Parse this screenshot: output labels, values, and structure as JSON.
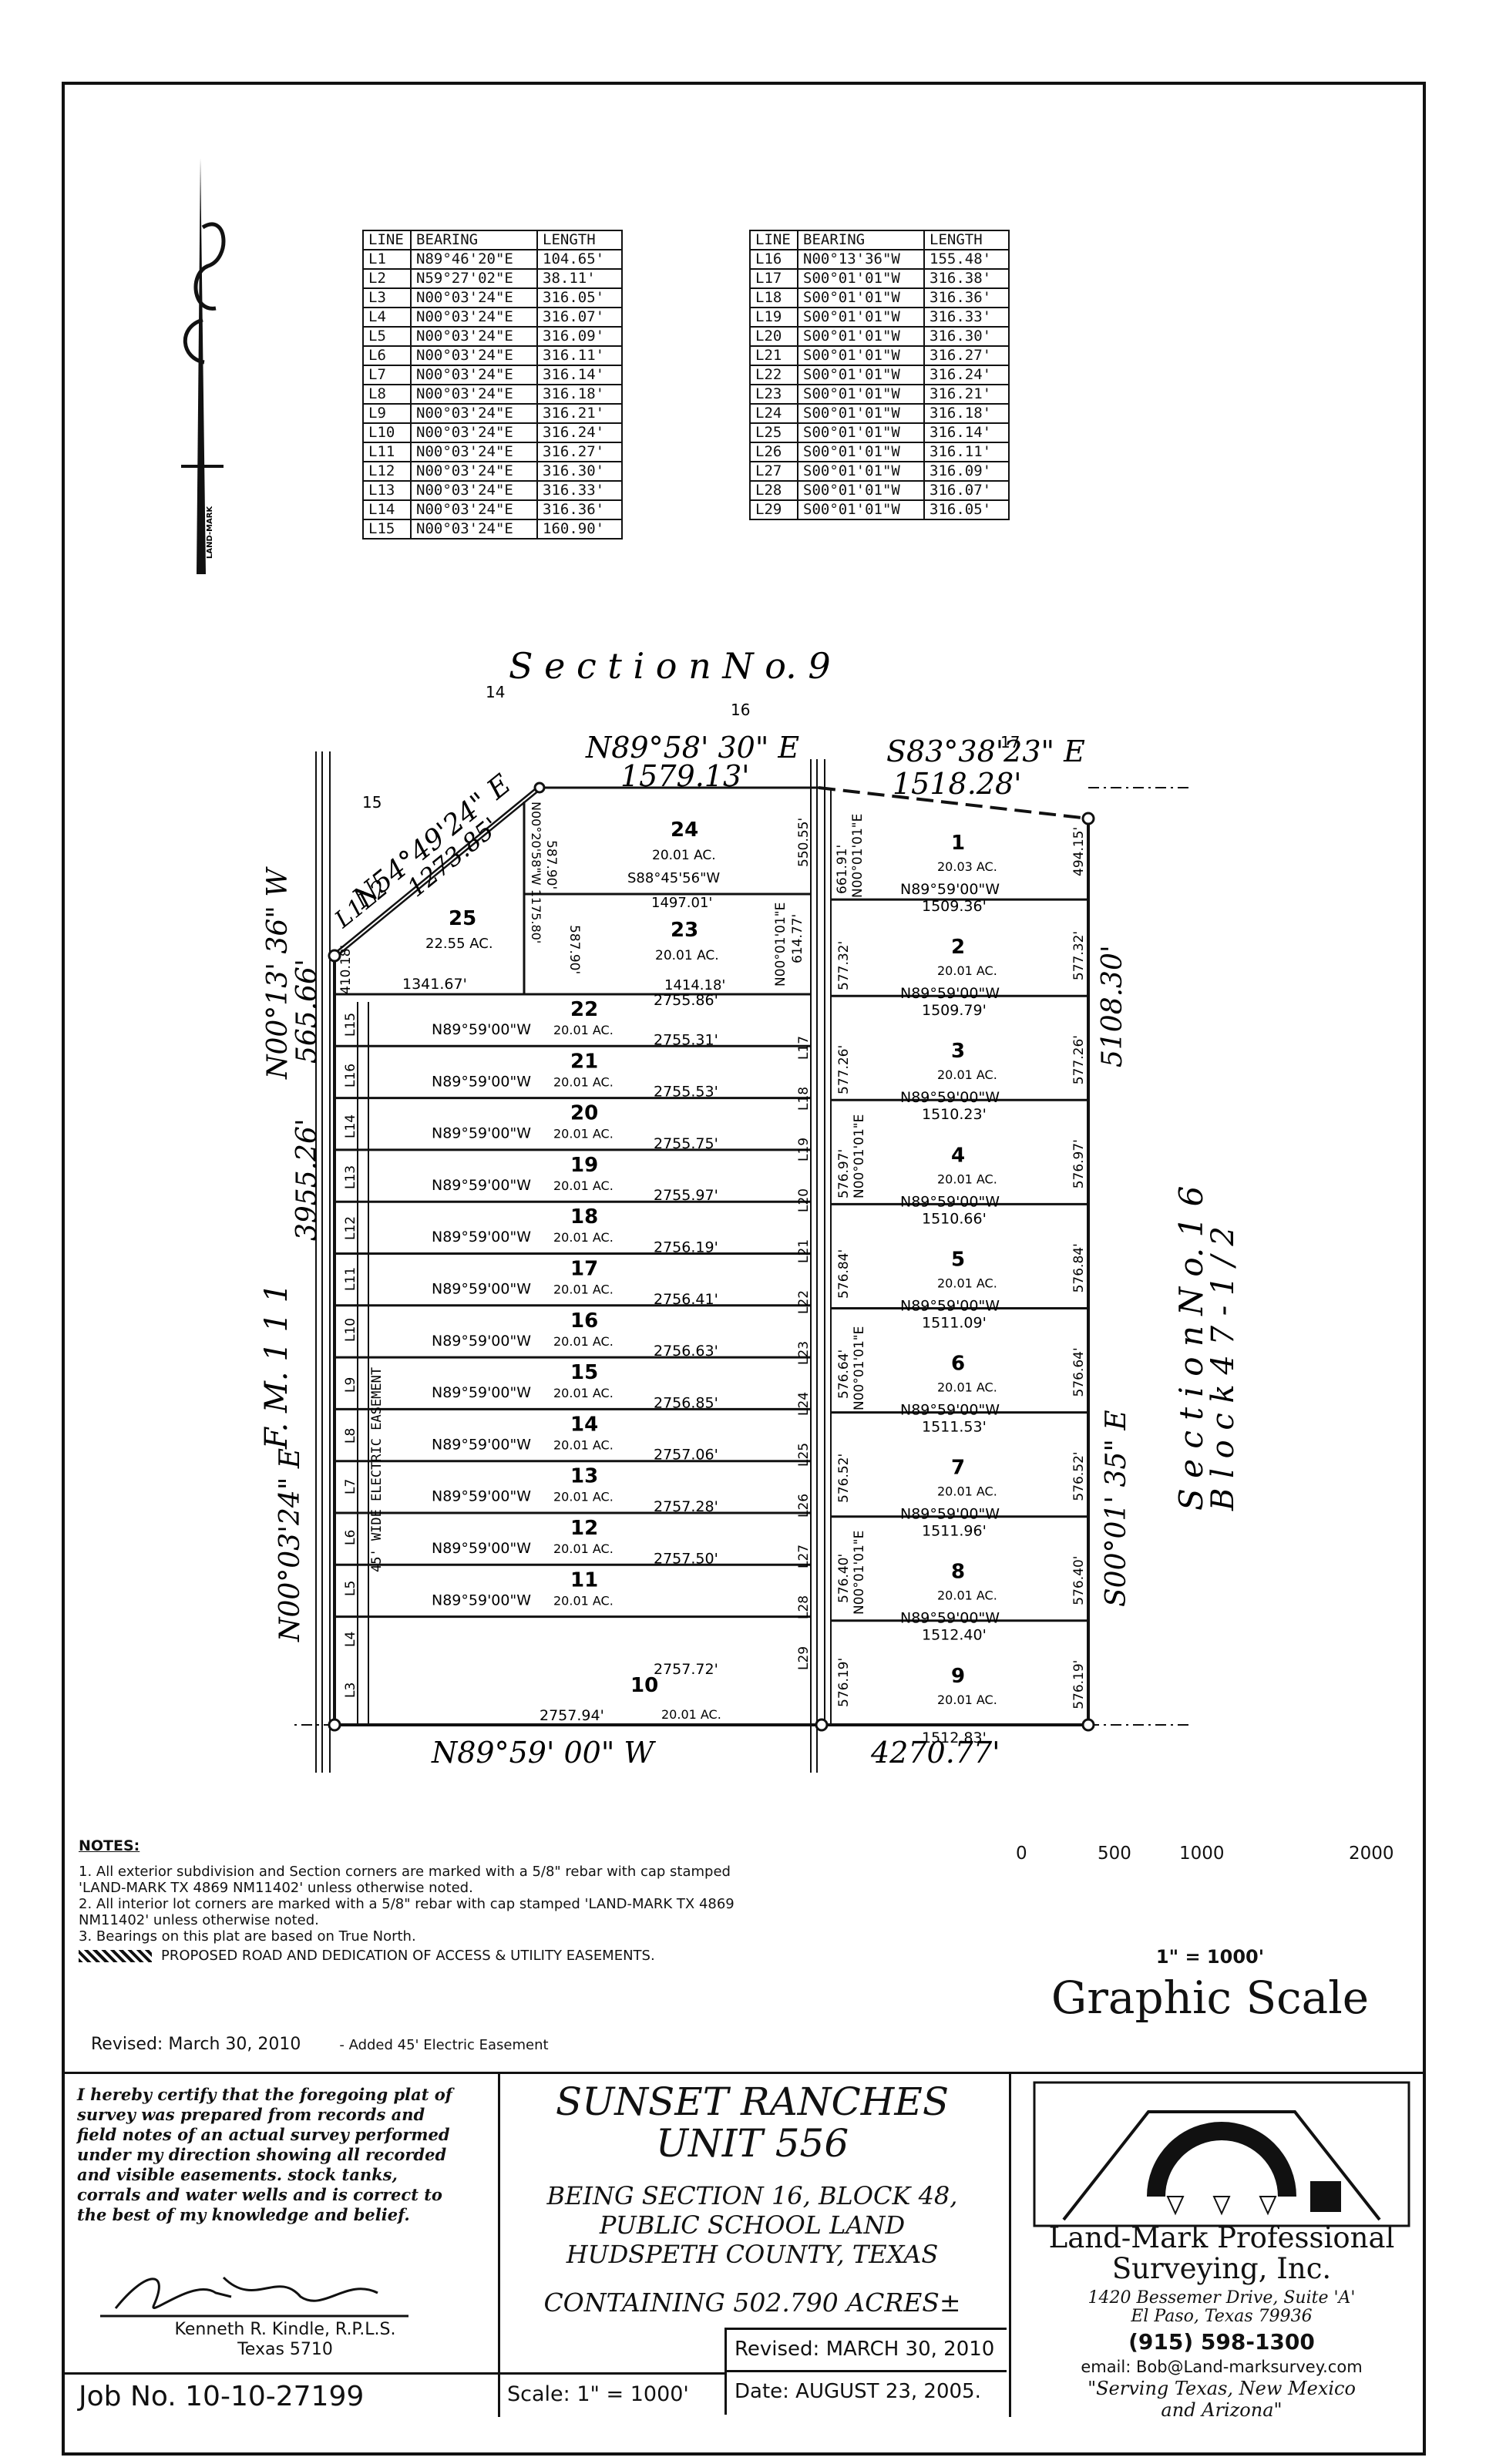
{
  "logo_text": "LAND-MARK",
  "table_left": {
    "headers": [
      "LINE",
      "BEARING",
      "LENGTH"
    ],
    "rows": [
      [
        "L1",
        "N89°46'20\"E",
        "104.65'"
      ],
      [
        "L2",
        "N59°27'02\"E",
        "38.11'"
      ],
      [
        "L3",
        "N00°03'24\"E",
        "316.05'"
      ],
      [
        "L4",
        "N00°03'24\"E",
        "316.07'"
      ],
      [
        "L5",
        "N00°03'24\"E",
        "316.09'"
      ],
      [
        "L6",
        "N00°03'24\"E",
        "316.11'"
      ],
      [
        "L7",
        "N00°03'24\"E",
        "316.14'"
      ],
      [
        "L8",
        "N00°03'24\"E",
        "316.18'"
      ],
      [
        "L9",
        "N00°03'24\"E",
        "316.21'"
      ],
      [
        "L10",
        "N00°03'24\"E",
        "316.24'"
      ],
      [
        "L11",
        "N00°03'24\"E",
        "316.27'"
      ],
      [
        "L12",
        "N00°03'24\"E",
        "316.30'"
      ],
      [
        "L13",
        "N00°03'24\"E",
        "316.33'"
      ],
      [
        "L14",
        "N00°03'24\"E",
        "316.36'"
      ],
      [
        "L15",
        "N00°03'24\"E",
        "160.90'"
      ]
    ]
  },
  "table_right": {
    "headers": [
      "LINE",
      "BEARING",
      "LENGTH"
    ],
    "rows": [
      [
        "L16",
        "N00°13'36\"W",
        "155.48'"
      ],
      [
        "L17",
        "S00°01'01\"W",
        "316.38'"
      ],
      [
        "L18",
        "S00°01'01\"W",
        "316.36'"
      ],
      [
        "L19",
        "S00°01'01\"W",
        "316.33'"
      ],
      [
        "L20",
        "S00°01'01\"W",
        "316.30'"
      ],
      [
        "L21",
        "S00°01'01\"W",
        "316.27'"
      ],
      [
        "L22",
        "S00°01'01\"W",
        "316.24'"
      ],
      [
        "L23",
        "S00°01'01\"W",
        "316.21'"
      ],
      [
        "L24",
        "S00°01'01\"W",
        "316.18'"
      ],
      [
        "L25",
        "S00°01'01\"W",
        "316.14'"
      ],
      [
        "L26",
        "S00°01'01\"W",
        "316.11'"
      ],
      [
        "L27",
        "S00°01'01\"W",
        "316.09'"
      ],
      [
        "L28",
        "S00°01'01\"W",
        "316.07'"
      ],
      [
        "L29",
        "S00°01'01\"W",
        "316.05'"
      ]
    ]
  },
  "plat": {
    "section9": "S e c t i o n    N o.   9",
    "section16": "S e c t i o n    N o.   1 6",
    "block": "B l o c k   4 7 - 1 / 2",
    "fm": "F. M.     1 1 1",
    "corner_14": "14",
    "corner_15": "15",
    "corner_16": "16",
    "corner_17": "17",
    "north_bearing_1": "N89°58' 30\" E",
    "north_dist_1": "1579.13'",
    "north_bearing_2": "S83°38'23\" E",
    "north_dist_2": "1518.28'",
    "diag_bearing": "N54°49'24\" E",
    "diag_dist": "1273.85'",
    "west_bearing_1": "N00°13' 36\" W",
    "west_dist_1": "565.66'",
    "west_dist_2": "3955.26'",
    "west_bearing_2": "N00°03'24\" E",
    "south_bearing": "N89°59' 00\" W",
    "south_dist": "4270.77'",
    "east_bearing": "S00°01' 35\" E",
    "east_dist": "5108.30'",
    "easement": "45' WIDE ELECTRIC EASEMENT",
    "l1l2": "L1L2",
    "lot25": {
      "num": "25",
      "acres": "22.55 AC.",
      "dist": "1341.67'",
      "side": "410.18'"
    },
    "lot24": {
      "num": "24",
      "acres": "20.01 AC.",
      "bearing": "S88°45'56\"W",
      "dist": "1497.01'"
    },
    "lot23": {
      "num": "23",
      "acres": "20.01 AC.",
      "dist": "1414.18'",
      "side_a": "587.90'",
      "side_b": "587.90'",
      "brg": "N00°20'58\"W 1175.80'"
    },
    "mid_labels": [
      "550.55'",
      "661.91'",
      "N00°01'01\"E",
      "N00°01'01\"E",
      "614.77'",
      "577.32'",
      "577.26'",
      "576.97'",
      "N00°01'01\"E",
      "576.84'",
      "576.64'",
      "N00°01'01\"E",
      "576.52'",
      "576.40'",
      "N00°01'01\"E",
      "576.19'"
    ],
    "left_lots": [
      {
        "num": "22",
        "acres": "20.01 AC.",
        "bearing": "N89°59'00\"W",
        "dist": "2755.86'"
      },
      {
        "num": "21",
        "acres": "20.01 AC.",
        "bearing": "N89°59'00\"W",
        "dist": "2755.31'"
      },
      {
        "num": "20",
        "acres": "20.01 AC.",
        "bearing": "N89°59'00\"W",
        "dist": "2755.53'"
      },
      {
        "num": "19",
        "acres": "20.01 AC.",
        "bearing": "N89°59'00\"W",
        "dist": "2755.75'"
      },
      {
        "num": "18",
        "acres": "20.01 AC.",
        "bearing": "N89°59'00\"W",
        "dist": "2755.97'"
      },
      {
        "num": "17",
        "acres": "20.01 AC.",
        "bearing": "N89°59'00\"W",
        "dist": "2756.19'"
      },
      {
        "num": "16",
        "acres": "20.01 AC.",
        "bearing": "N89°59'00\"W",
        "dist": "2756.41'"
      },
      {
        "num": "15",
        "acres": "20.01 AC.",
        "bearing": "N89°59'00\"W",
        "dist": "2756.63'"
      },
      {
        "num": "14",
        "acres": "20.01 AC.",
        "bearing": "N89°59'00\"W",
        "dist": "2756.85'"
      },
      {
        "num": "13",
        "acres": "20.01 AC.",
        "bearing": "N89°59'00\"W",
        "dist": "2757.06'"
      },
      {
        "num": "12",
        "acres": "20.01 AC.",
        "bearing": "N89°59'00\"W",
        "dist": "2757.28'"
      },
      {
        "num": "11",
        "acres": "20.01 AC.",
        "bearing": "N89°59'00\"W",
        "dist": "2757.50'"
      }
    ],
    "lot11_bottom": "2757.72'",
    "lot10": {
      "num": "10",
      "acres": "20.01 AC.",
      "dist": "2757.94'"
    },
    "right_lots": [
      {
        "num": "1",
        "acres": "20.03 AC.",
        "bearing": "N89°59'00\"W",
        "dist": "1509.36'",
        "east": "494.15'"
      },
      {
        "num": "2",
        "acres": "20.01 AC.",
        "bearing": "N89°59'00\"W",
        "dist": "1509.79'",
        "east": "577.32'"
      },
      {
        "num": "3",
        "acres": "20.01 AC.",
        "bearing": "N89°59'00\"W",
        "dist": "1510.23'",
        "east": "577.26'"
      },
      {
        "num": "4",
        "acres": "20.01 AC.",
        "bearing": "N89°59'00\"W",
        "dist": "1510.66'",
        "east": "576.97'"
      },
      {
        "num": "5",
        "acres": "20.01 AC.",
        "bearing": "N89°59'00\"W",
        "dist": "1511.09'",
        "east": "576.84'"
      },
      {
        "num": "6",
        "acres": "20.01 AC.",
        "bearing": "N89°59'00\"W",
        "dist": "1511.53'",
        "east": "576.64'"
      },
      {
        "num": "7",
        "acres": "20.01 AC.",
        "bearing": "N89°59'00\"W",
        "dist": "1511.96'",
        "east": "576.52'"
      },
      {
        "num": "8",
        "acres": "20.01 AC.",
        "bearing": "N89°59'00\"W",
        "dist": "1512.40'",
        "east": "576.40'"
      },
      {
        "num": "9",
        "acres": "20.01 AC.",
        "bearing": "",
        "dist": "1512.83'",
        "east": "576.19'"
      }
    ],
    "left_line_labels": [
      "L15",
      "L16",
      "L14",
      "L13",
      "L12",
      "L11",
      "L10",
      "L9",
      "L8",
      "L7",
      "L6",
      "L5",
      "L4",
      "L3"
    ],
    "mid_line_labels": [
      "L17",
      "L18",
      "L19",
      "L20",
      "L21",
      "L22",
      "L23",
      "L24",
      "L25",
      "L26",
      "L27",
      "L28",
      "L29"
    ]
  },
  "notes": {
    "heading": "NOTES:",
    "n1": "1. All exterior subdivision and Section corners are marked with a 5/8\" rebar with cap stamped 'LAND-MARK TX 4869 NM11402' unless otherwise noted.",
    "n2": "2. All interior lot corners are marked with a 5/8\" rebar with cap stamped 'LAND-MARK TX 4869 NM11402' unless otherwise noted.",
    "n3": "3. Bearings on this plat are based on True North.",
    "legend": "PROPOSED ROAD AND DEDICATION OF ACCESS & UTILITY EASEMENTS."
  },
  "revised_line": {
    "main": "Revised: March 30, 2010",
    "note": "- Added 45' Electric Easement"
  },
  "graphic_scale": {
    "ticks": [
      "0",
      "500",
      "1000",
      "2000"
    ],
    "unit": "1\" = 1000'",
    "title": "Graphic Scale"
  },
  "certificate": "I hereby certify that the foregoing plat of survey was prepared from records and field notes of an actual survey performed under my direction showing all recorded and visible easements. stock tanks, corrals and water wells and is correct to the best of my knowledge and belief.",
  "surveyor": {
    "line1": "Kenneth R. Kindle,   R.P.L.S.",
    "line2": "Texas 5710"
  },
  "job_no": "Job No.   10-10-27199",
  "title": {
    "line1": "SUNSET RANCHES",
    "line2": "UNIT 556",
    "desc1": "BEING SECTION 16, BLOCK 48,",
    "desc2": "PUBLIC SCHOOL LAND",
    "desc3": "HUDSPETH COUNTY, TEXAS",
    "containing": "CONTAINING 502.790 ACRES±"
  },
  "scale_label": "Scale:  1\" = 1000'",
  "revised_box": "Revised: MARCH 30, 2010",
  "date_box": "Date:  AUGUST 23, 2005.",
  "company": {
    "name1": "Land-Mark Professional",
    "name2": "Surveying, Inc.",
    "addr1": "1420 Bessemer Drive, Suite 'A'",
    "addr2": "El Paso, Texas  79936",
    "phone": "(915) 598-1300",
    "email": "email: Bob@Land-marksurvey.com",
    "tag1": "\"Serving Texas, New Mexico",
    "tag2": "and Arizona\""
  }
}
